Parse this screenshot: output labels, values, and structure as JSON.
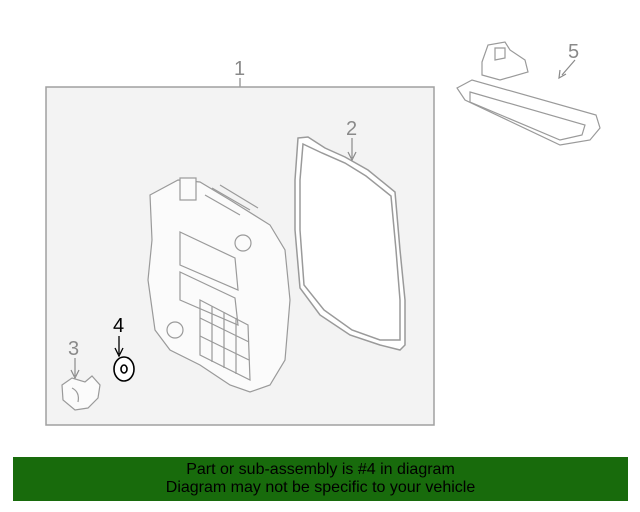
{
  "diagram": {
    "callouts": [
      {
        "number": "1",
        "part": "transmission-oil-pan-assembly"
      },
      {
        "number": "2",
        "part": "pan-gasket"
      },
      {
        "number": "3",
        "part": "clip"
      },
      {
        "number": "4",
        "part": "washer",
        "highlighted": true
      },
      {
        "number": "5",
        "part": "oil-filter"
      }
    ],
    "colors": {
      "line": "#a0a0a0",
      "box_fill": "#f3f3f3",
      "highlight": "#000000"
    }
  },
  "banner": {
    "line1": "Part or sub-assembly is #4 in diagram",
    "line2": "Diagram may not be specific to your vehicle",
    "background": "#186b0c"
  }
}
